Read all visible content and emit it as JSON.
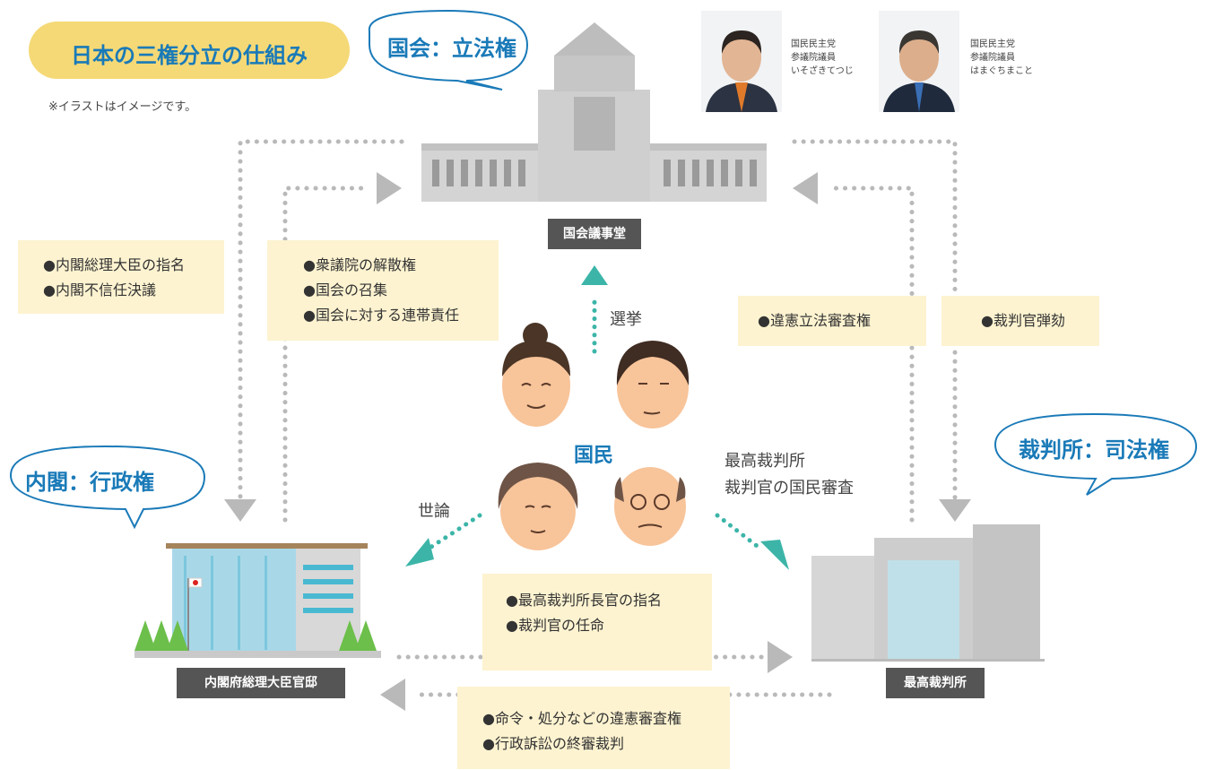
{
  "title": "日本の三権分立の仕組み",
  "note": "※イラストはイメージです。",
  "legislature": {
    "label": "国会：立法権",
    "caption": "国会議事堂"
  },
  "executive": {
    "label": "内閣：行政権",
    "caption": "内閣府総理大臣官邸"
  },
  "judiciary": {
    "label": "裁判所：司法権",
    "caption": "最高裁判所"
  },
  "people": {
    "label": "国民"
  },
  "flows": {
    "election": "選挙",
    "public_opinion": "世論",
    "review_line1": "最高裁判所",
    "review_line2": "裁判官の国民審査"
  },
  "boxes": {
    "legislature_to_cabinet": [
      "●内閣総理大臣の指名",
      "●内閣不信任決議"
    ],
    "cabinet_to_legislature": [
      "●衆議院の解散権",
      "●国会の召集",
      "●国会に対する連帯責任"
    ],
    "court_to_legislature": [
      "●違憲立法審査権"
    ],
    "legislature_to_court": [
      "●裁判官弾劾"
    ],
    "cabinet_to_court": [
      "●最高裁判所長官の指名",
      "●裁判官の任命"
    ],
    "court_to_cabinet": [
      "●命令・処分などの違憲審査権",
      "●行政訴訟の終審裁判"
    ]
  },
  "politicians": [
    {
      "party": "国民民主党",
      "role": "参議院議員",
      "name": "いそざきてつじ"
    },
    {
      "party": "国民民主党",
      "role": "参議院議員",
      "name": "はまぐちまこと"
    }
  ],
  "colors": {
    "arrow": "#b9b9b9",
    "teal": "#3cb5a8",
    "accent": "#1a7ab8",
    "box": "#fdf3d0"
  }
}
